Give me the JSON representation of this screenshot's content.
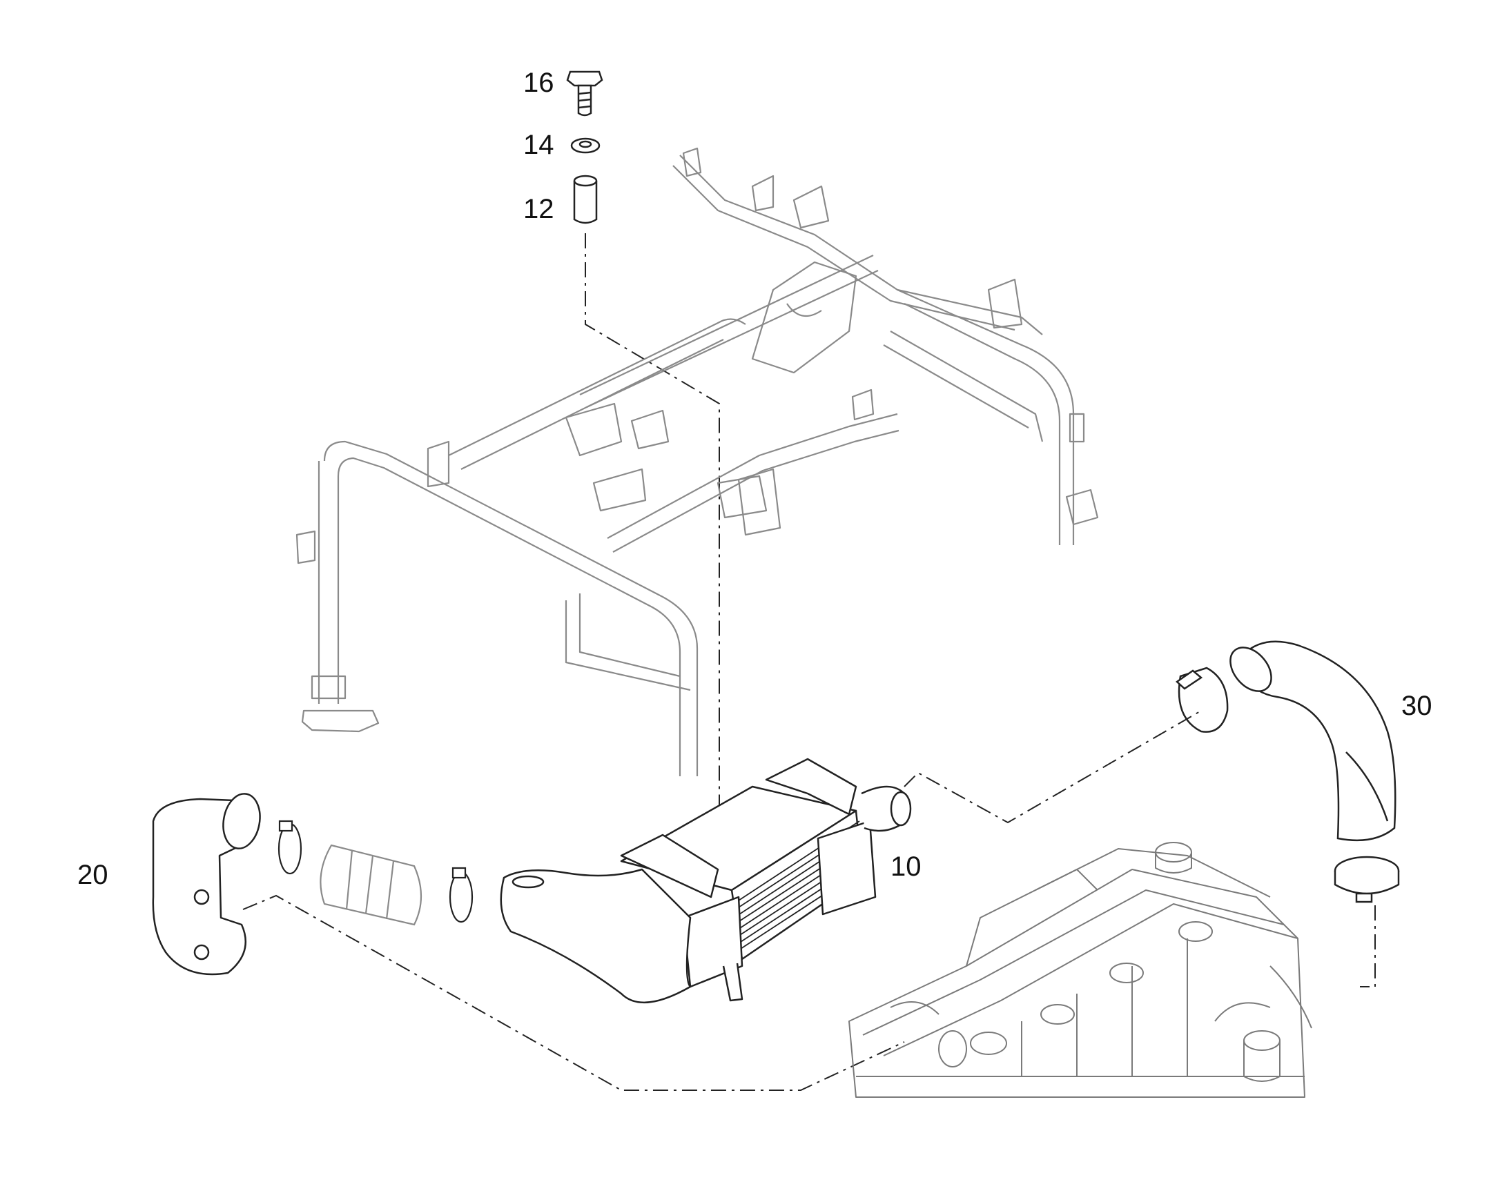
{
  "callouts": {
    "part_16": "16",
    "part_14": "14",
    "part_12": "12",
    "part_30": "30",
    "part_10": "10",
    "part_20": "20"
  },
  "colors": {
    "background": "#ffffff",
    "line_primary": "#222222",
    "line_frame": "#8a8a8a",
    "line_engine": "#7a7a7a"
  }
}
